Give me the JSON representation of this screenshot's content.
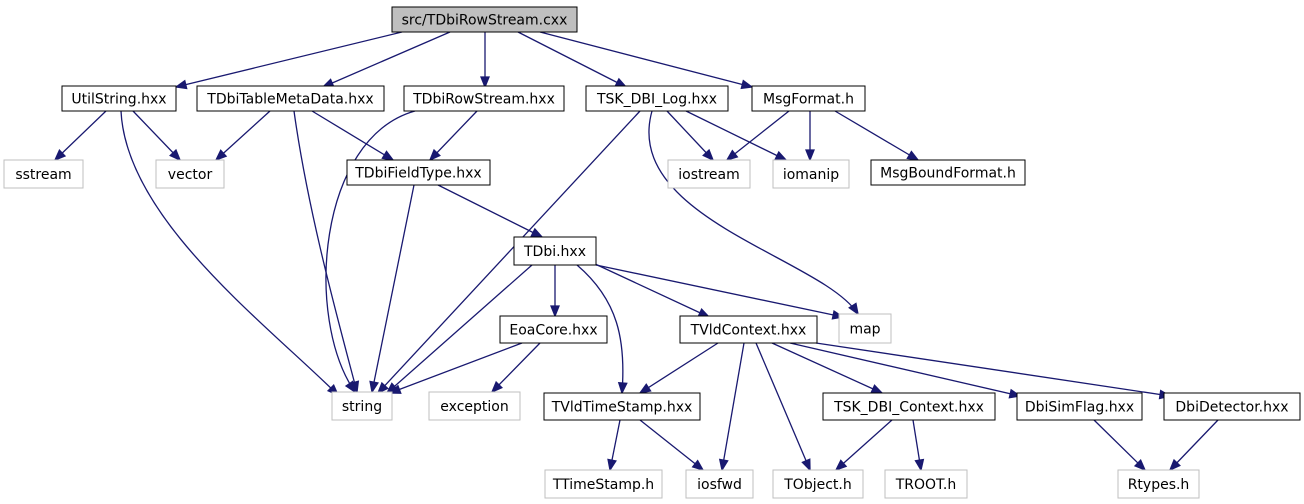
{
  "colors": {
    "edge": "#191970",
    "border_solid": "#000000",
    "border_missing": "#bfbfbf",
    "root_fill": "#bfbfbf",
    "node_fill": "#ffffff",
    "text": "#000000"
  },
  "nodes": [
    {
      "id": "root",
      "label": "src/TDbiRowStream.cxx",
      "kind": "root"
    },
    {
      "id": "utilstring",
      "label": "UtilString.hxx",
      "kind": "solid"
    },
    {
      "id": "tablemeta",
      "label": "TDbiTableMetaData.hxx",
      "kind": "solid"
    },
    {
      "id": "rowstream",
      "label": "TDbiRowStream.hxx",
      "kind": "solid"
    },
    {
      "id": "tsklog",
      "label": "TSK_DBI_Log.hxx",
      "kind": "solid"
    },
    {
      "id": "msgformat",
      "label": "MsgFormat.h",
      "kind": "solid"
    },
    {
      "id": "sstream",
      "label": "sstream",
      "kind": "missing"
    },
    {
      "id": "vector",
      "label": "vector",
      "kind": "missing"
    },
    {
      "id": "fieldtype",
      "label": "TDbiFieldType.hxx",
      "kind": "solid"
    },
    {
      "id": "iostream",
      "label": "iostream",
      "kind": "missing"
    },
    {
      "id": "iomanip",
      "label": "iomanip",
      "kind": "missing"
    },
    {
      "id": "msgbound",
      "label": "MsgBoundFormat.h",
      "kind": "solid"
    },
    {
      "id": "tdbi",
      "label": "TDbi.hxx",
      "kind": "solid"
    },
    {
      "id": "eoacore",
      "label": "EoaCore.hxx",
      "kind": "solid"
    },
    {
      "id": "tvldcontext",
      "label": "TVldContext.hxx",
      "kind": "solid"
    },
    {
      "id": "map",
      "label": "map",
      "kind": "missing"
    },
    {
      "id": "string",
      "label": "string",
      "kind": "missing"
    },
    {
      "id": "exception",
      "label": "exception",
      "kind": "missing"
    },
    {
      "id": "tvldtimestamp",
      "label": "TVldTimeStamp.hxx",
      "kind": "solid"
    },
    {
      "id": "tskcontext",
      "label": "TSK_DBI_Context.hxx",
      "kind": "solid"
    },
    {
      "id": "dbisimflag",
      "label": "DbiSimFlag.hxx",
      "kind": "solid"
    },
    {
      "id": "dbidetector",
      "label": "DbiDetector.hxx",
      "kind": "solid"
    },
    {
      "id": "ttimestamp",
      "label": "TTimeStamp.h",
      "kind": "missing"
    },
    {
      "id": "iosfwd",
      "label": "iosfwd",
      "kind": "missing"
    },
    {
      "id": "tobject",
      "label": "TObject.h",
      "kind": "missing"
    },
    {
      "id": "troot",
      "label": "TROOT.h",
      "kind": "missing"
    },
    {
      "id": "rtypes",
      "label": "Rtypes.h",
      "kind": "missing"
    }
  ],
  "edges": [
    {
      "from": "root",
      "to": "utilstring"
    },
    {
      "from": "root",
      "to": "tablemeta"
    },
    {
      "from": "root",
      "to": "rowstream"
    },
    {
      "from": "root",
      "to": "tsklog"
    },
    {
      "from": "root",
      "to": "msgformat"
    },
    {
      "from": "utilstring",
      "to": "sstream"
    },
    {
      "from": "utilstring",
      "to": "vector"
    },
    {
      "from": "utilstring",
      "to": "string"
    },
    {
      "from": "tablemeta",
      "to": "vector"
    },
    {
      "from": "tablemeta",
      "to": "fieldtype"
    },
    {
      "from": "tablemeta",
      "to": "string"
    },
    {
      "from": "rowstream",
      "to": "fieldtype"
    },
    {
      "from": "rowstream",
      "to": "string"
    },
    {
      "from": "tsklog",
      "to": "string"
    },
    {
      "from": "tsklog",
      "to": "iostream"
    },
    {
      "from": "tsklog",
      "to": "iomanip"
    },
    {
      "from": "tsklog",
      "to": "map"
    },
    {
      "from": "msgformat",
      "to": "iostream"
    },
    {
      "from": "msgformat",
      "to": "iomanip"
    },
    {
      "from": "msgformat",
      "to": "msgbound"
    },
    {
      "from": "fieldtype",
      "to": "string"
    },
    {
      "from": "fieldtype",
      "to": "tdbi"
    },
    {
      "from": "tdbi",
      "to": "string"
    },
    {
      "from": "tdbi",
      "to": "eoacore"
    },
    {
      "from": "tdbi",
      "to": "tvldtimestamp"
    },
    {
      "from": "tdbi",
      "to": "tvldcontext"
    },
    {
      "from": "tdbi",
      "to": "map"
    },
    {
      "from": "eoacore",
      "to": "string"
    },
    {
      "from": "eoacore",
      "to": "exception"
    },
    {
      "from": "tvldcontext",
      "to": "tvldtimestamp"
    },
    {
      "from": "tvldcontext",
      "to": "iosfwd"
    },
    {
      "from": "tvldcontext",
      "to": "tobject"
    },
    {
      "from": "tvldcontext",
      "to": "tskcontext"
    },
    {
      "from": "tvldcontext",
      "to": "dbisimflag"
    },
    {
      "from": "tvldcontext",
      "to": "dbidetector"
    },
    {
      "from": "tvldtimestamp",
      "to": "ttimestamp"
    },
    {
      "from": "tvldtimestamp",
      "to": "iosfwd"
    },
    {
      "from": "tskcontext",
      "to": "tobject"
    },
    {
      "from": "tskcontext",
      "to": "troot"
    },
    {
      "from": "dbisimflag",
      "to": "rtypes"
    },
    {
      "from": "dbidetector",
      "to": "rtypes"
    }
  ]
}
